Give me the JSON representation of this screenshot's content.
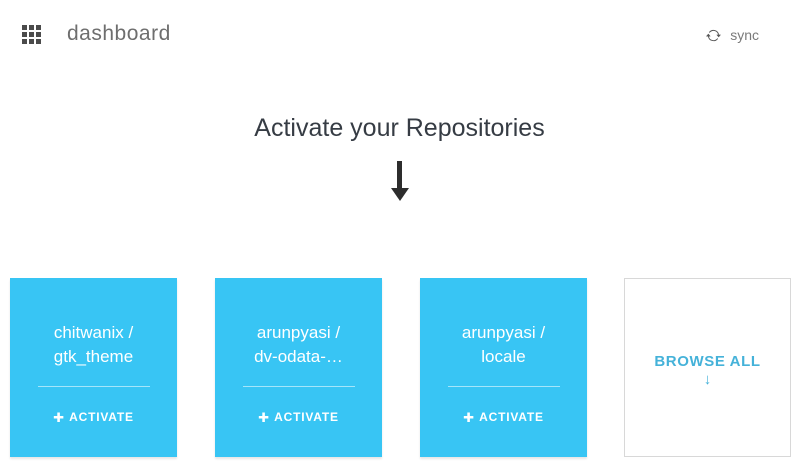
{
  "header": {
    "title": "dashboard",
    "sync_label": "sync"
  },
  "hero": {
    "heading": "Activate your Repositories"
  },
  "cards": {
    "activate_label": "ACTIVATE",
    "plus_glyph": "✚",
    "items": [
      {
        "line1": "chitwanix /",
        "line2": "gtk_theme"
      },
      {
        "line1": "arunpyasi /",
        "line2": "dv-odata-…"
      },
      {
        "line1": "arunpyasi /",
        "line2": "locale"
      }
    ],
    "browse_all": {
      "label": "BROWSE ALL",
      "arrow_glyph": "↓"
    }
  },
  "colors": {
    "card_blue": "#38c5f4",
    "browse_blue": "#45b2d9",
    "heading_text": "#363c44",
    "header_text": "#6e6e6e",
    "arrow_dark": "#2d2d2d"
  }
}
